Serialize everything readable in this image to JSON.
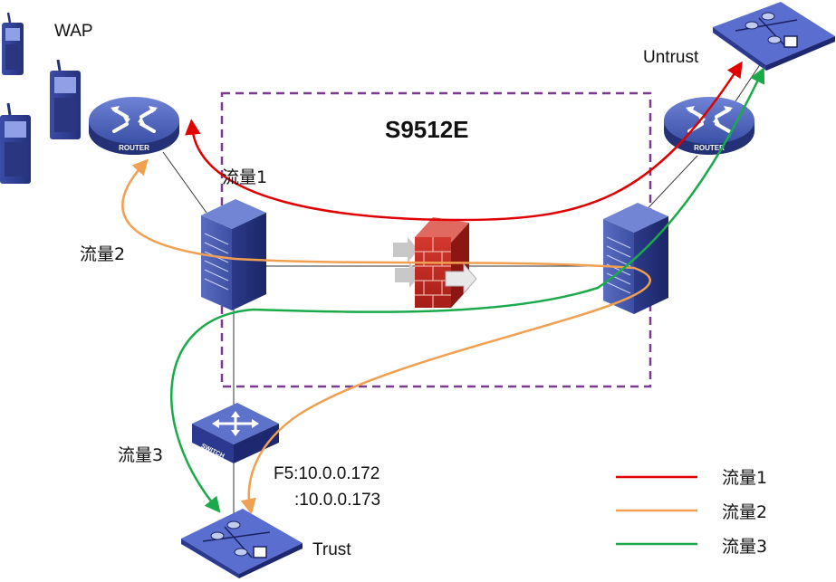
{
  "labels": {
    "wap": "WAP",
    "untrust": "Untrust",
    "trust": "Trust",
    "title": "S9512E",
    "flow1": "流量1",
    "flow2": "流量2",
    "flow3": "流量3",
    "ip1": "F5:10.0.0.172",
    "ip2": ":10.0.0.173"
  },
  "device_text": {
    "router": "ROUTER",
    "switch": "SWITCH"
  },
  "legend": [
    {
      "label": "流量1",
      "color": "#e00000"
    },
    {
      "label": "流量2",
      "color": "#f0a050"
    },
    {
      "label": "流量3",
      "color": "#1aaa4a"
    }
  ],
  "colors": {
    "flow1": "#e00000",
    "flow2": "#f0a050",
    "flow3": "#1aaa4a",
    "boundary": "#7a3a90",
    "device": "#3f50a8"
  },
  "icons": [
    "mobile-phone-icon",
    "router-icon",
    "core-switch-icon",
    "firewall-icon",
    "lan-network-icon",
    "switch-icon"
  ]
}
